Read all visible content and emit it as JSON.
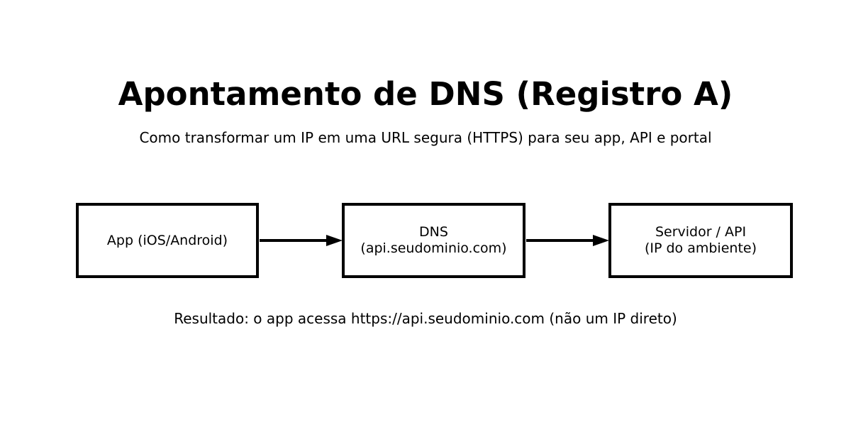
{
  "header": {
    "title": "Apontamento de DNS (Registro A)",
    "subtitle": "Como transformar um IP em uma URL segura (HTTPS) para seu app, API e portal"
  },
  "diagram": {
    "nodes": [
      {
        "id": "app",
        "lines": [
          "App (iOS/Android)"
        ]
      },
      {
        "id": "dns",
        "lines": [
          "DNS",
          "(api.seudominio.com)"
        ]
      },
      {
        "id": "server",
        "lines": [
          "Servidor / API",
          "(IP do ambiente)"
        ]
      }
    ],
    "edges": [
      {
        "from": "app",
        "to": "dns"
      },
      {
        "from": "dns",
        "to": "server"
      }
    ],
    "colors": {
      "stroke": "#000000",
      "text": "#000000",
      "background": "#ffffff"
    }
  },
  "footer": {
    "result": "Resultado: o app acessa https://api.seudominio.com (não um IP direto)"
  }
}
